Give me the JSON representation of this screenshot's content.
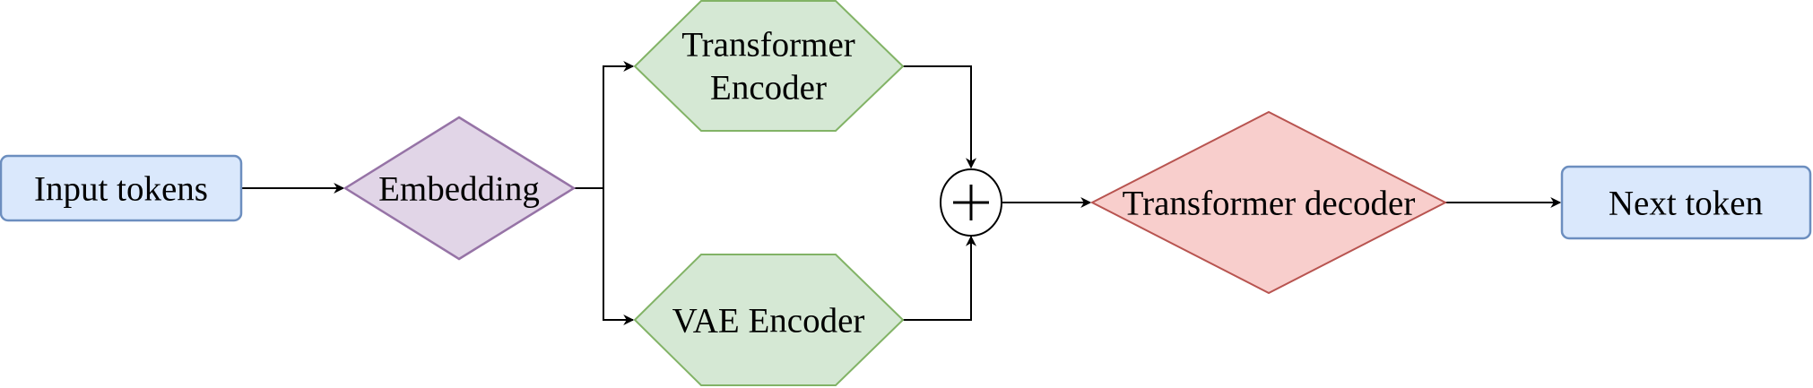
{
  "diagram": {
    "nodes": {
      "input_tokens": {
        "label": "Input tokens",
        "shape": "rounded-rectangle"
      },
      "embedding": {
        "label": "Embedding",
        "shape": "diamond"
      },
      "transformer_encoder": {
        "label_line1": "Transformer",
        "label_line2": "Encoder",
        "shape": "hexagon"
      },
      "vae_encoder": {
        "label": "VAE Encoder",
        "shape": "hexagon"
      },
      "sum": {
        "label": "+",
        "shape": "circle"
      },
      "transformer_decoder": {
        "label": "Transformer decoder",
        "shape": "diamond"
      },
      "next_token": {
        "label": "Next token",
        "shape": "rounded-rectangle"
      }
    },
    "edges": [
      {
        "from": "input_tokens",
        "to": "embedding"
      },
      {
        "from": "embedding",
        "to": "transformer_encoder"
      },
      {
        "from": "embedding",
        "to": "vae_encoder"
      },
      {
        "from": "transformer_encoder",
        "to": "sum"
      },
      {
        "from": "vae_encoder",
        "to": "sum"
      },
      {
        "from": "sum",
        "to": "transformer_decoder"
      },
      {
        "from": "transformer_decoder",
        "to": "next_token"
      }
    ]
  },
  "colors": {
    "blue_fill": "#dae8fc",
    "blue_stroke": "#6c8ebf",
    "purple_fill": "#e1d5e7",
    "purple_stroke": "#9673a6",
    "green_fill": "#d5e8d4",
    "green_stroke": "#82b366",
    "red_fill": "#f8cecc",
    "red_stroke": "#b85450"
  }
}
